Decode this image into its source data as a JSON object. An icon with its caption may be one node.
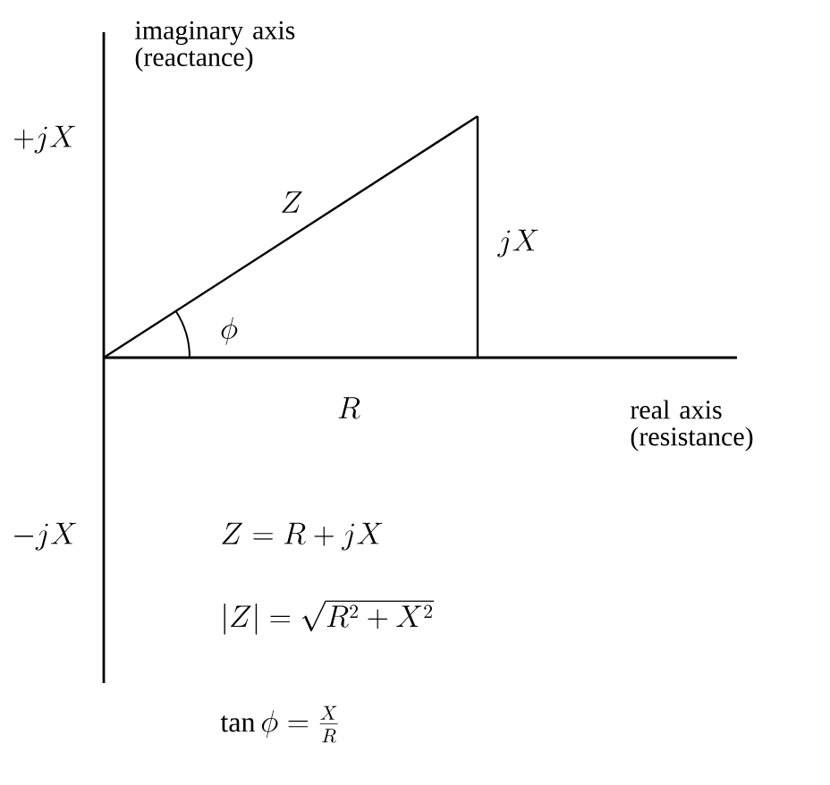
{
  "diagram": {
    "labels": [
      "imaginary axis (reactance)",
      "+jX",
      "Z",
      "jX",
      "\\phi",
      "R",
      "real axis (resistance)",
      "-jX",
      "Z = R + jX",
      "|Z| = \\sqrt{R^{2} + X^{2}}",
      "\\tan\\phi = \\frac{X}{R}"
    ]
  }
}
